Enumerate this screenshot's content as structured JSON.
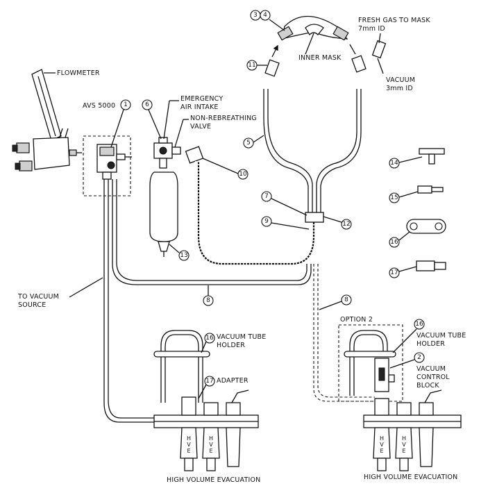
{
  "labels": {
    "flowmeter": "FLOWMETER",
    "avs": "AVS 5000",
    "emergency_1": "EMERGENCY",
    "emergency_2": "AIR INTAKE",
    "nonrebreathing_1": "NON-REBREATHING",
    "nonrebreathing_2": "VALVE",
    "fresh_gas_1": "FRESH GAS TO MASK",
    "fresh_gas_2": "7mm ID",
    "inner_mask": "INNER MASK",
    "vacuum_1": "VACUUM",
    "vacuum_2": "3mm ID",
    "to_vacuum_1": "TO VACUUM",
    "to_vacuum_2": "SOURCE",
    "vacuum_tube_holder_left_1": "VACUUM TUBE",
    "vacuum_tube_holder_left_2": "HOLDER",
    "adapter": "ADAPTER",
    "option2": "OPTION 2",
    "vacuum_tube_holder_right_1": "VACUUM TUBE",
    "vacuum_tube_holder_right_2": "HOLDER",
    "vacuum_control_1": "VACUUM",
    "vacuum_control_2": "CONTROL",
    "vacuum_control_3": "BLOCK",
    "hve_left": "HIGH VOLUME EVACUATION",
    "hve_right": "HIGH VOLUME EVACUATION",
    "hve_h": "H",
    "hve_v": "V",
    "hve_e": "E"
  },
  "callouts": {
    "n1": "1",
    "n2": "2",
    "n3": "3",
    "n4": "4",
    "n5": "5",
    "n6": "6",
    "n7": "7",
    "n8a": "8",
    "n8b": "8",
    "n9": "9",
    "n10": "10",
    "n11": "11",
    "n12": "12",
    "n13": "13",
    "n14": "14",
    "n15": "15",
    "n16a": "16",
    "n16b": "16",
    "n16c": "16",
    "n17a": "17",
    "n17b": "17"
  }
}
